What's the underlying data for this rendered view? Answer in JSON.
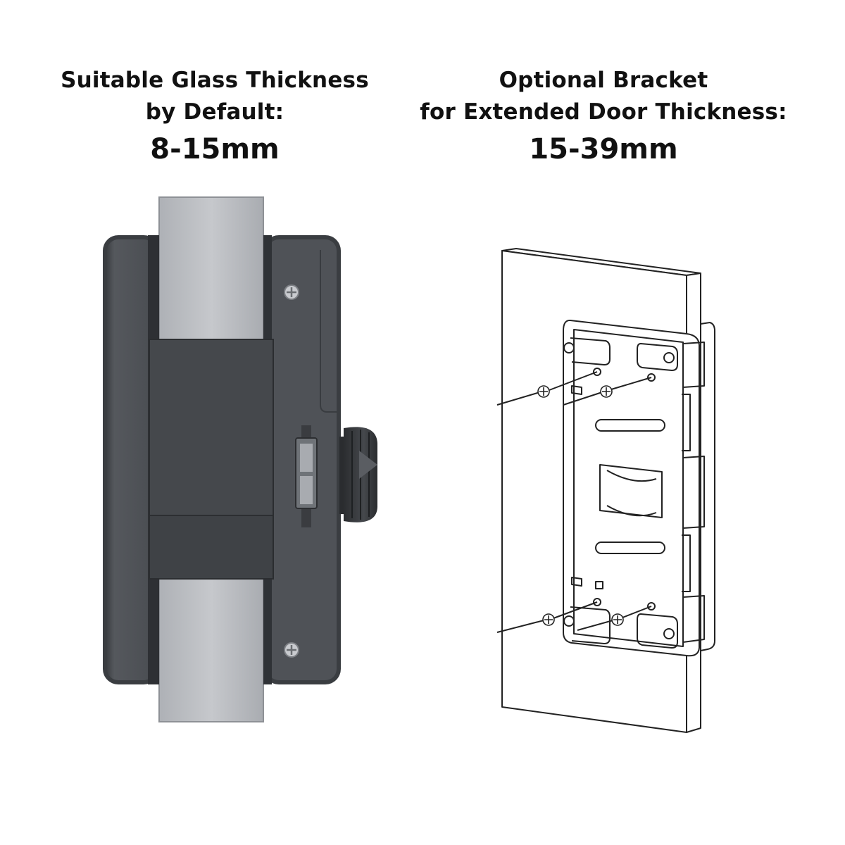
{
  "left_caption": {
    "line1": "Suitable Glass Thickness",
    "line2": "by Default:",
    "value": "8-15mm"
  },
  "right_caption": {
    "line1": "Optional Bracket",
    "line2": "for Extended Door Thickness:",
    "value": "15-39mm"
  },
  "colors": {
    "lock_body": "#4a4d52",
    "lock_edge": "#2f3236",
    "glass": "#b9bcc1",
    "line_drawing": "#222222"
  },
  "icons": [
    "lock-illustration",
    "bracket-diagram"
  ]
}
